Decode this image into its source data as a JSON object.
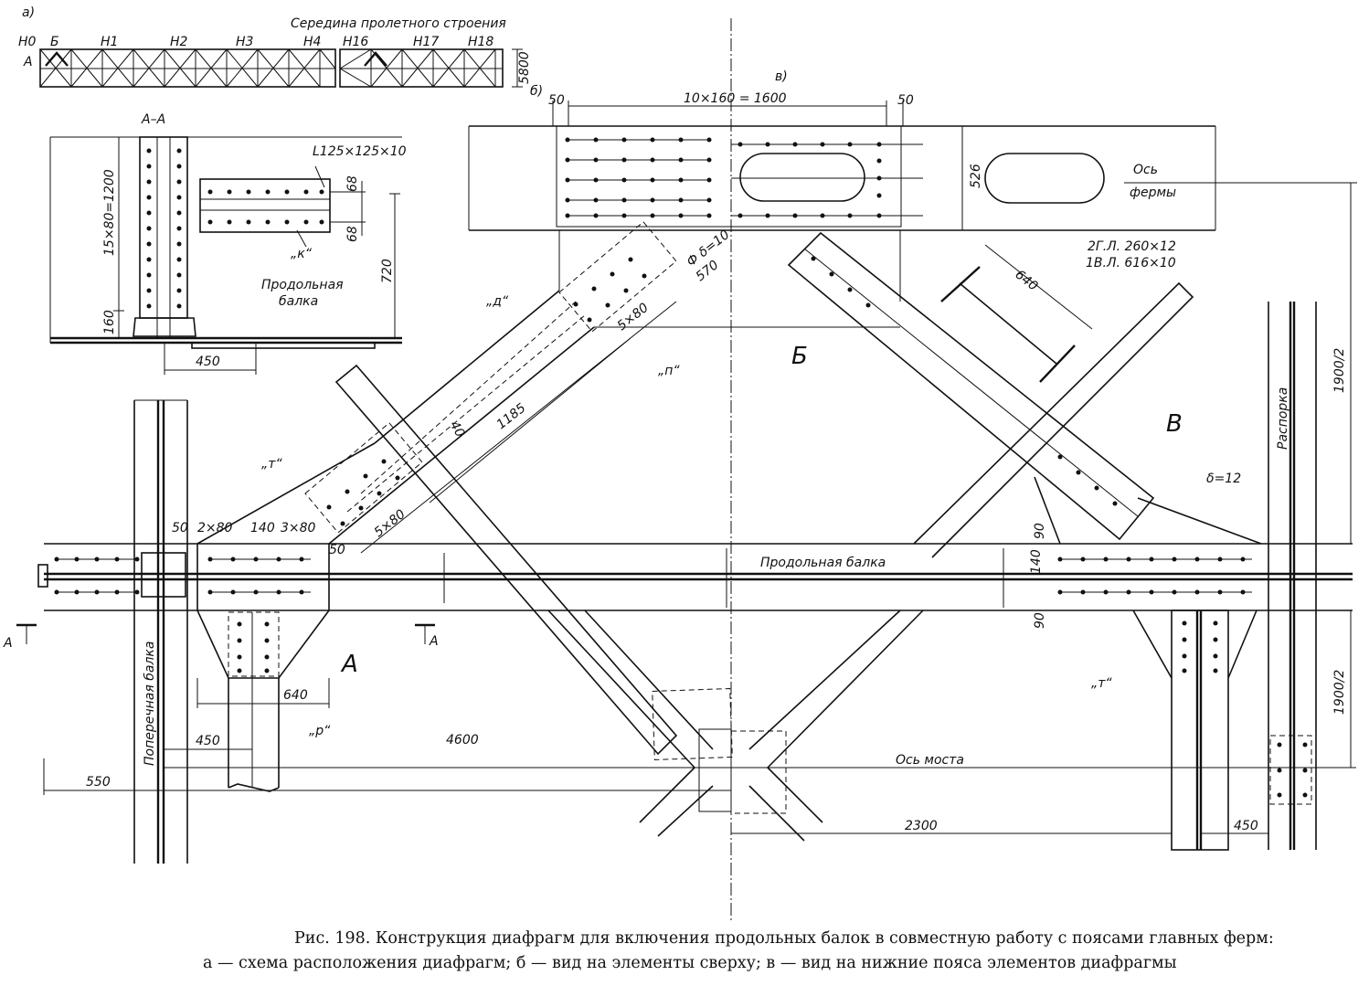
{
  "scheme": {
    "label": "а)",
    "title": "Середина пролетного строения",
    "nodes": [
      "Н0",
      "Б",
      "Н1",
      "Н2",
      "Н3",
      "Н4",
      "Н16",
      "Н17",
      "Н18"
    ],
    "support_label": "А",
    "height_dim": "5800"
  },
  "section_aa": {
    "title": "А–А",
    "vertical_dim": "15×80=1200",
    "bottom_dim": "160",
    "angle_label": "L125×125×10",
    "dim_68_top": "68",
    "dim_68_bottom": "68",
    "beam_label_1": "Продольная",
    "beam_label_2": "балка",
    "k_label": "„к“",
    "height_dim": "720",
    "width_dim": "450"
  },
  "view_b": {
    "label_b": "б)",
    "label_v": "в)",
    "top_dim": "10×160 = 1600",
    "left_50": "50",
    "right_50": "50",
    "flange_dim": "526",
    "axis_label_1": "Ось",
    "axis_label_2": "фермы",
    "rivet_label": "Ф δ=10",
    "dim_570": "570",
    "d_label": "„д“",
    "dim_5x80_top": "5×80",
    "n_label": "„п“",
    "node_b": "Б",
    "dim_40": "40",
    "dim_1185": "1185",
    "m_label": "„т“",
    "dim_5x80_bottom": "5×80",
    "dim_50_a": "50",
    "dim_2x80": "2×80",
    "dim_140": "140",
    "dim_3x80": "3×80",
    "dim_50_b": "50",
    "section_label": "2Г.Л. 260×12",
    "section_label_2": "1В.Л. 616×10",
    "dim_640_top": "640",
    "node_v": "В",
    "delta_label": "δ=12",
    "brace_label": "Распорка",
    "half_dim_top": "1900/2",
    "half_dim_bottom": "1900/2",
    "longitudinal_beam": "Продольная балка",
    "dim_90_top": "90",
    "dim_140_right": "140",
    "dim_90_bottom": "90",
    "m_label_right": "„т“",
    "cut_label_left": "А",
    "cut_label_right": "А",
    "node_a": "А",
    "cross_beam": "Поперечная балка",
    "dim_640_bottom": "640",
    "dim_450_left": "450",
    "r_label": "„р“",
    "dim_4600": "4600",
    "bridge_axis": "Ось моста",
    "dim_550": "550",
    "dim_2300": "2300",
    "dim_450_right": "450"
  },
  "caption": {
    "line1": "Рис. 198. Конструкция диафрагм для включения продольных балок в совместную работу с поясами главных ферм:",
    "line2": "а — схема расположения диафрагм; б — вид на элементы сверху; в — вид на нижние пояса элементов диафрагмы"
  }
}
